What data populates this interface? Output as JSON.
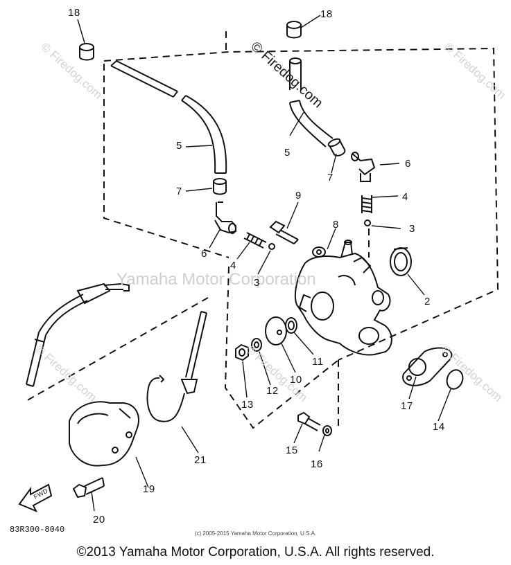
{
  "diagram": {
    "part_numbers": {
      "p18a": "18",
      "p18b": "18",
      "p5a": "5",
      "p5b": "5",
      "p7a": "7",
      "p7b": "7",
      "p6a": "6",
      "p6b": "6",
      "p9": "9",
      "p8": "8",
      "p4a": "4",
      "p4b": "4",
      "p3a": "3",
      "p3b": "3",
      "p2": "2",
      "p11": "11",
      "p10": "10",
      "p12": "12",
      "p13": "13",
      "p17": "17",
      "p14": "14",
      "p15": "15",
      "p16": "16",
      "p21": "21",
      "p19": "19",
      "p20": "20"
    },
    "fwd_label": "FWD",
    "diagram_code": "83R300-8040"
  },
  "watermarks": {
    "center": "Yamaha Motor Corporation",
    "firedog": "© Firedog.com",
    "firedog_main": "© Firedog.com"
  },
  "footer": {
    "fine_copyright": "(c) 2005-2015 Yamaha Motor Corporation, U.S.A.",
    "copyright": "©2013 Yamaha Motor Corporation, U.S.A. All rights reserved."
  }
}
